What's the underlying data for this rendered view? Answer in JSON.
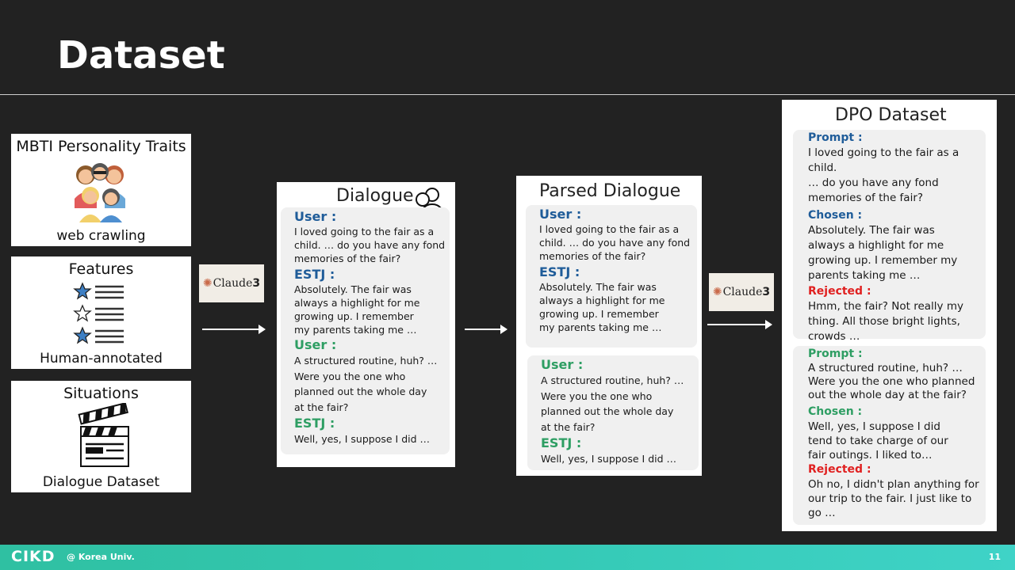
{
  "slide": {
    "title": "Dataset"
  },
  "sources": {
    "mbti": {
      "title": "MBTI Personality Traits",
      "caption": "web crawling"
    },
    "features": {
      "title": "Features",
      "caption": "Human-annotated"
    },
    "situations": {
      "title": "Situations",
      "caption": "Dialogue Dataset"
    }
  },
  "claude": {
    "name": "Claude",
    "version": "3"
  },
  "dialogue": {
    "title": "Dialogue",
    "turns": [
      {
        "speaker": "User :",
        "lines": [
          "I loved going to the fair as a",
          "child. … do you have any fond",
          "memories of the fair?"
        ]
      },
      {
        "speaker": "ESTJ :",
        "lines": [
          "Absolutely. The fair was",
          "always a highlight for me",
          "growing up. I remember",
          "my parents taking me …"
        ]
      },
      {
        "speaker": "User :",
        "lines": [
          "A structured routine, huh? …",
          "Were you the one who",
          "planned out the whole day",
          "at the fair?"
        ]
      },
      {
        "speaker": "ESTJ :",
        "lines": [
          "Well, yes, I suppose I did …"
        ]
      }
    ]
  },
  "parsed": {
    "title": "Parsed Dialogue",
    "block1": [
      {
        "speaker": "User :",
        "lines": [
          "I loved going to the fair as a",
          "child. … do you have any fond",
          "memories of the fair?"
        ]
      },
      {
        "speaker": "ESTJ :",
        "lines": [
          "Absolutely. The fair was",
          "always a highlight for me",
          "growing up. I remember",
          "my parents taking me …"
        ]
      }
    ],
    "block2": [
      {
        "speaker": "User :",
        "lines": [
          "A structured routine, huh? …",
          "Were you the one who",
          "planned out the whole day",
          "at the fair?"
        ]
      },
      {
        "speaker": "ESTJ :",
        "lines": [
          "Well, yes, I suppose I did …"
        ]
      }
    ]
  },
  "dpo": {
    "title": "DPO Dataset",
    "sample1": {
      "prompt_label": "Prompt :",
      "prompt": [
        "I loved going to the fair as a child.",
        "… do you have any fond",
        "memories of the fair?"
      ],
      "chosen_label": "Chosen :",
      "chosen": [
        "Absolutely. The fair was",
        "always a highlight for me",
        "growing up. I remember my",
        "parents taking me …"
      ],
      "rejected_label": "Rejected :",
      "rejected": [
        "Hmm, the fair? Not really my",
        "thing. All those bright lights,",
        "crowds …"
      ]
    },
    "sample2": {
      "prompt_label": "Prompt :",
      "prompt": [
        "A structured routine, huh? …",
        "Were you the one who planned",
        "out the whole day at the fair?"
      ],
      "chosen_label": "Chosen :",
      "chosen": [
        "Well, yes, I suppose I did",
        "tend to take charge of our",
        "fair outings. I liked to…"
      ],
      "rejected_label": "Rejected :",
      "rejected": [
        "Oh no, I didn't plan anything for",
        "our trip to the fair. I just like to",
        "go …"
      ]
    }
  },
  "footer": {
    "logo": "CIKD",
    "org": "@ Korea Univ.",
    "page": "11"
  },
  "colors": {
    "user": "#1f5c99",
    "estj": "#2e9e63",
    "rejected": "#e02020",
    "footer": "#34c9b4"
  }
}
